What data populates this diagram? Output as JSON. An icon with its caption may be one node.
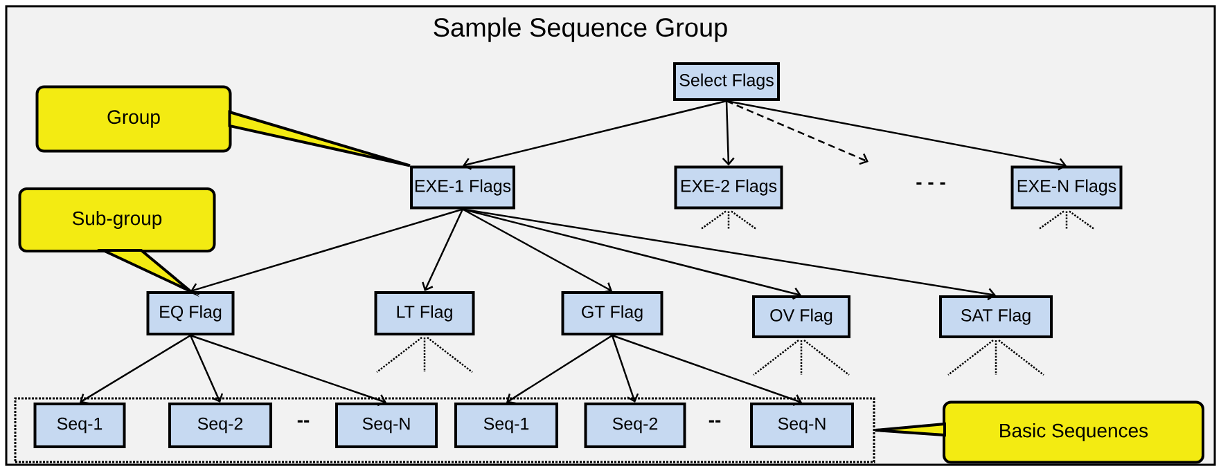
{
  "diagram": {
    "nodes": [
      {
        "text": [
          "Sample Sequence Group"
        ]
      },
      {
        "text": [
          "Select Flags"
        ],
        "in": 0
      },
      {
        "text": [
          "Group"
        ],
        "in": 0
      },
      {
        "text": [
          "EXE-1 Flags"
        ],
        "in": 0
      },
      {
        "text": [
          "EXE-2 Flags"
        ],
        "in": 0
      },
      {
        "text": [
          "EXE-N Flags"
        ],
        "in": 0
      },
      {
        "text": [
          "Sub-group"
        ],
        "in": 0
      },
      {
        "text": [
          "EQ Flag"
        ],
        "in": 0
      },
      {
        "text": [
          "LT Flag"
        ],
        "in": 0
      },
      {
        "text": [
          "GT Flag"
        ],
        "in": 0
      },
      {
        "text": [
          "OV Flag"
        ],
        "in": 0
      },
      {
        "text": [
          "SAT Flag"
        ],
        "in": 0
      },
      {
        "text": [],
        "shape": "box",
        "in": 0
      },
      {
        "text": [
          "Seq-1"
        ],
        "in": 12
      },
      {
        "text": [
          "Seq-2"
        ],
        "in": 12
      },
      {
        "text": [
          "Seq-N"
        ],
        "in": 12
      },
      {
        "text": [
          "Seq-1"
        ],
        "in": 12
      },
      {
        "text": [
          "Seq-2"
        ],
        "in": 12
      },
      {
        "text": [
          "Seq-N"
        ],
        "in": 12
      },
      {
        "text": [
          "Basic Sequences"
        ],
        "in": 0
      }
    ],
    "edges": [
      {
        "from": 1,
        "to": 3,
        "arrow": "to"
      },
      {
        "from": 1,
        "to": 4,
        "arrow": "to"
      },
      {
        "from": 1,
        "to": null,
        "arrow": "to",
        "style": "dashed"
      },
      {
        "from": 1,
        "to": 5,
        "arrow": "to"
      },
      {
        "from": 3,
        "to": 7,
        "arrow": "to"
      },
      {
        "from": 3,
        "to": 8,
        "arrow": "to"
      },
      {
        "from": 3,
        "to": 9,
        "arrow": "to"
      },
      {
        "from": 3,
        "to": 10,
        "arrow": "to"
      },
      {
        "from": 3,
        "to": 11,
        "arrow": "to"
      },
      {
        "from": 7,
        "to": 13,
        "arrow": "to"
      },
      {
        "from": 7,
        "to": 14,
        "arrow": "to"
      },
      {
        "from": 7,
        "to": 15,
        "arrow": "to"
      },
      {
        "from": 9,
        "to": 16,
        "arrow": "to"
      },
      {
        "from": 9,
        "to": 17,
        "arrow": "to"
      },
      {
        "from": 9,
        "to": 18,
        "arrow": "to"
      },
      {
        "from": 2,
        "to": 3,
        "arrow": "none"
      },
      {
        "from": 6,
        "to": 7,
        "arrow": "none"
      },
      {
        "from": 19,
        "to": 12,
        "arrow": "none"
      }
    ],
    "labels": [
      "- - -",
      "--",
      "--"
    ]
  }
}
